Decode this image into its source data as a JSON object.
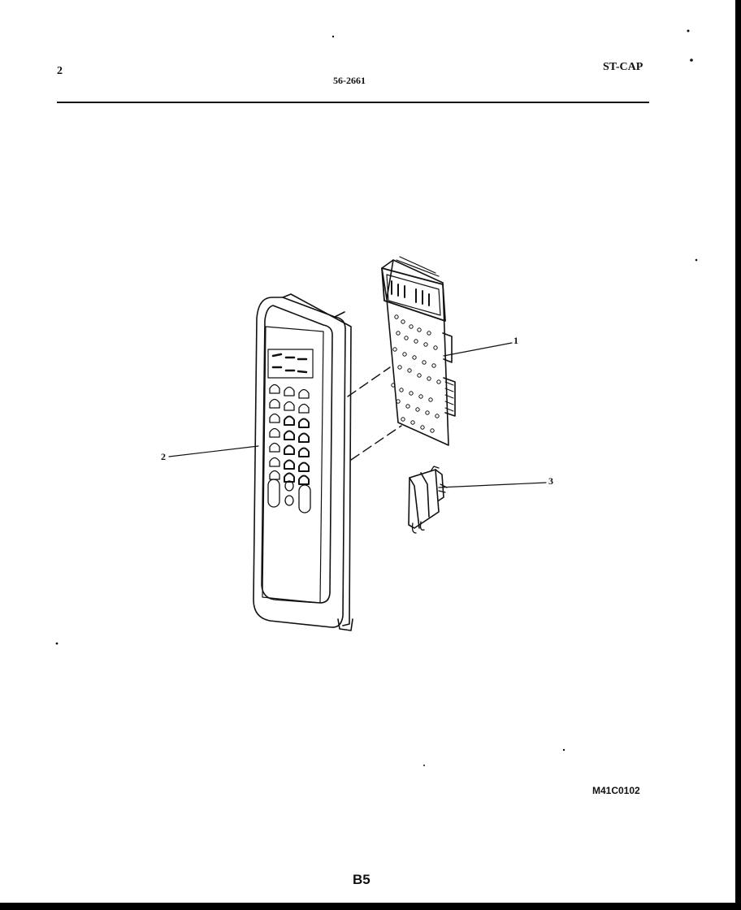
{
  "header": {
    "page_number": "2",
    "doc_number": "56-2661",
    "model_code": "ST-CAP"
  },
  "callouts": {
    "item1": "1",
    "item2": "2",
    "item3": "3"
  },
  "footer": {
    "drawing_id": "M41C0102",
    "page_ref": "B5"
  },
  "colors": {
    "ink": "#111111",
    "paper": "#ffffff",
    "border": "#000000"
  }
}
